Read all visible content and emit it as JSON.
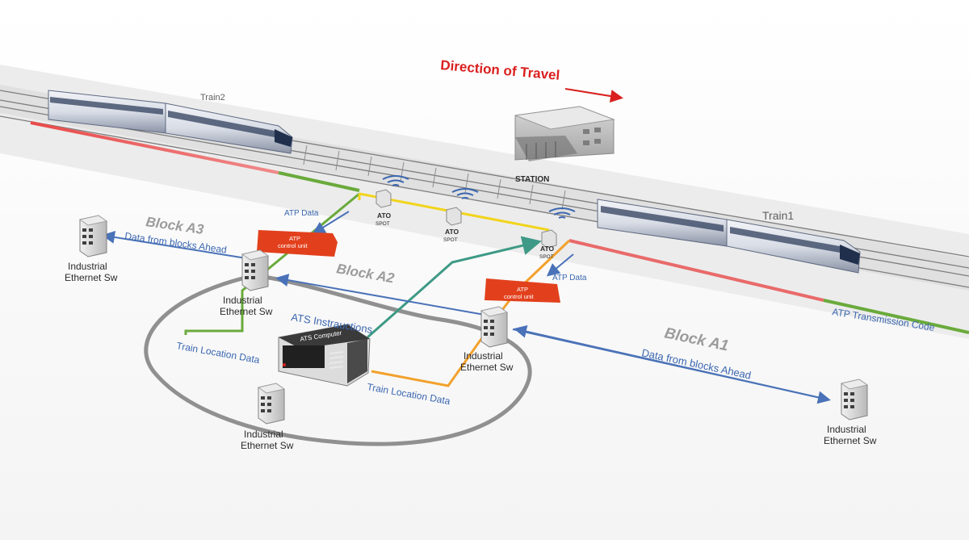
{
  "direction_label": "Direction of Travel",
  "trains": {
    "train1": "Train1",
    "train2": "Train2"
  },
  "station_label": "STATION",
  "blocks": {
    "a1": "Block A1",
    "a2": "Block A2",
    "a3": "Block A3"
  },
  "ato_spot": {
    "line1": "ATO",
    "line2": "SPOT"
  },
  "atp_control_unit": {
    "line1": "ATP",
    "line2": "control unit"
  },
  "atp_data": "ATP Data",
  "atp_transmission_code": "ATP Transmission Code",
  "data_from_blocks_ahead": "Data from blocks Ahead",
  "ats_instructions": "ATS Instrauctions",
  "ats_computer": "ATS Computer",
  "train_location_data": "Train Location Data",
  "switch": {
    "line1": "Industrial",
    "line2": "Ethernet Sw"
  },
  "colors": {
    "red_link": "#d9201f",
    "atp_control_unit": "#e2401c",
    "blue_link": "#4a72b8",
    "green_link": "#6aaa3c",
    "yellow_link": "#f2d41c",
    "orange_link": "#f2a12c",
    "teal_link": "#3e9a86",
    "gray_ring": "#909090"
  }
}
